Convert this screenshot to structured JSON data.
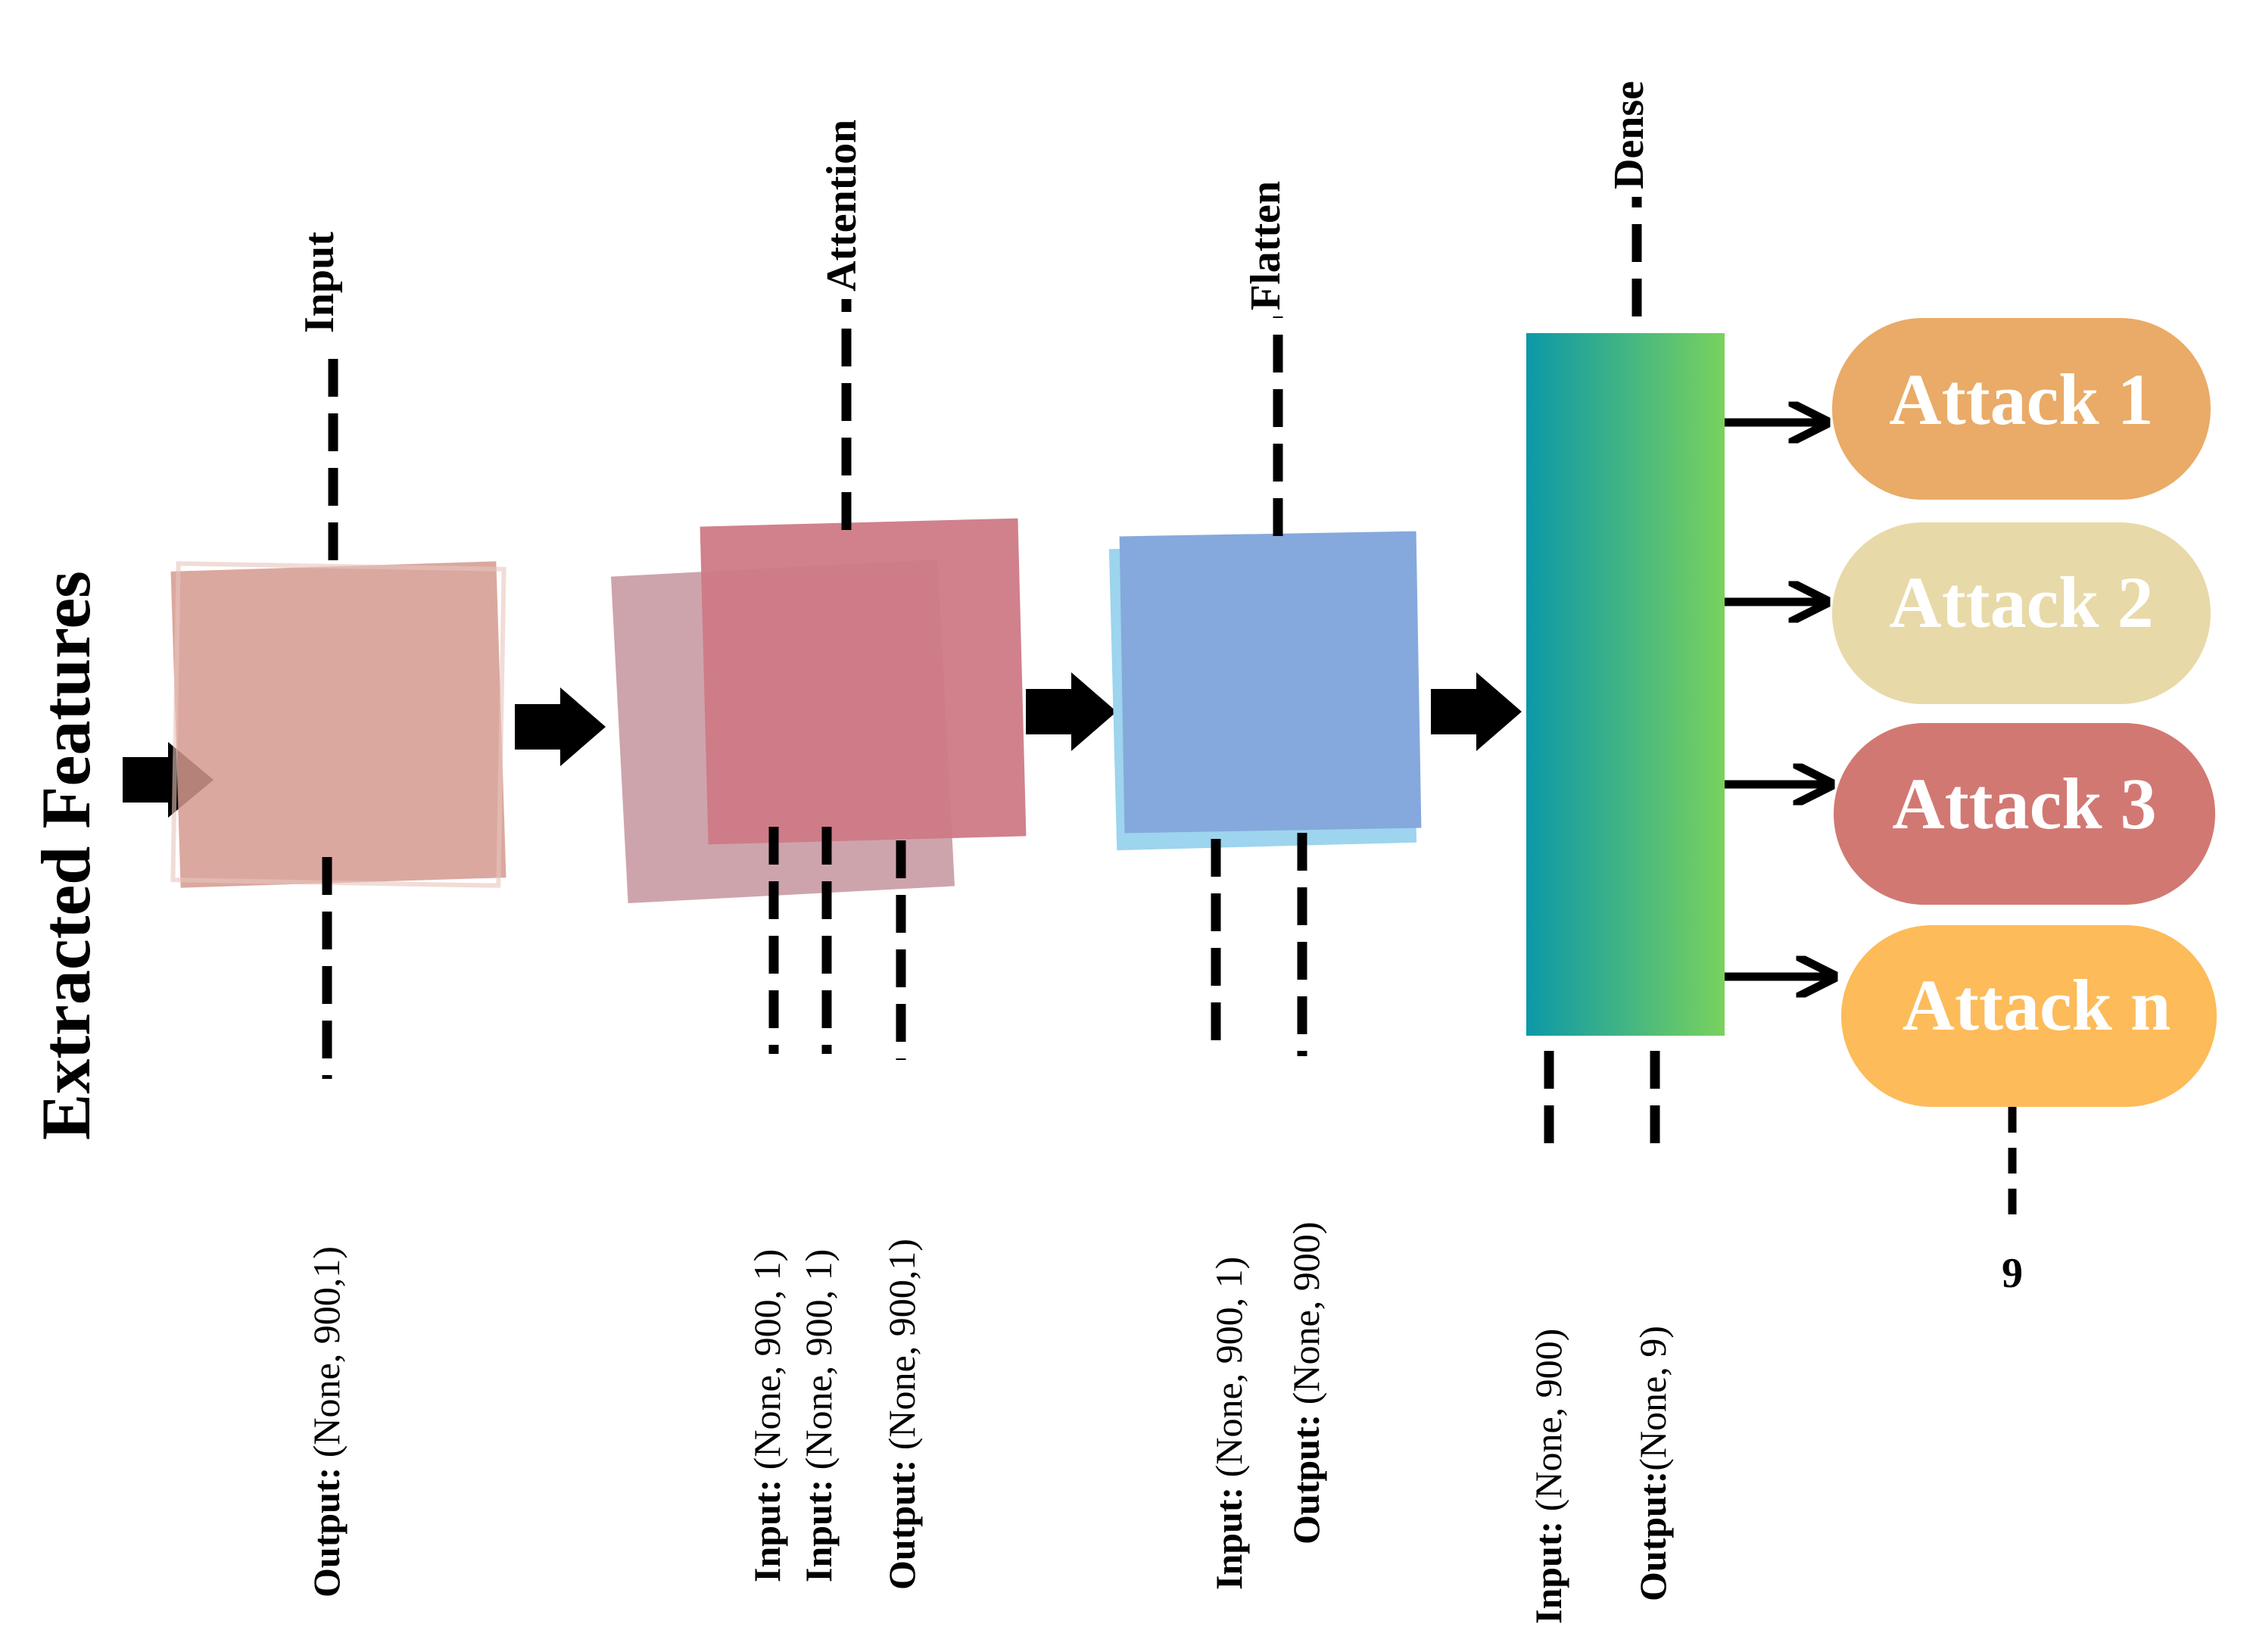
{
  "title": "Extracted Features",
  "layers": {
    "input": {
      "name": "Input",
      "output_key": "Output:",
      "output_val": " (None, 900,1)"
    },
    "attention": {
      "name": "Attention",
      "io": [
        {
          "key": "Input:",
          "val": " (None, 900, 1)"
        },
        {
          "key": "Input:",
          "val": " (None, 900, 1)"
        },
        {
          "key": "Output:",
          "val": " (None, 900,1)"
        }
      ]
    },
    "flatten": {
      "name": "Flatten",
      "io": [
        {
          "key": "Input:",
          "val": " (None, 900, 1)"
        },
        {
          "key": "Output:",
          "val": "  (None, 900)"
        }
      ]
    },
    "dense": {
      "name": "Dense",
      "io": [
        {
          "key": "Input:",
          "val": "  (None, 900)"
        },
        {
          "key": "Output:",
          "val": "(None, 9)"
        }
      ]
    }
  },
  "outputs": [
    {
      "label": "Attack 1",
      "color": "#E9AB67"
    },
    {
      "label": "Attack 2",
      "color": "#E8D9A8"
    },
    {
      "label": "Attack 3",
      "color": "#D27872"
    },
    {
      "label": "Attack n",
      "color": "#FDBB5A"
    }
  ],
  "output_count": "9",
  "colors": {
    "input_box": "#D4998E",
    "attention_front": "#CE7A86",
    "attention_back": "#C99AA3",
    "flatten_box": "#85A9DC",
    "flatten_shadow": "#9DD4EE",
    "dense_gradient_start": "#0C98A8",
    "dense_gradient_end": "#79D25E"
  }
}
